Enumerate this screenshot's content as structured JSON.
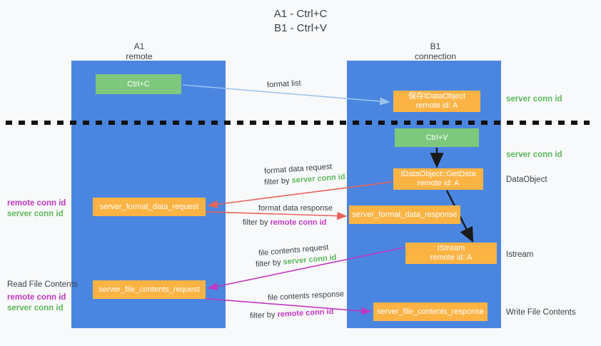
{
  "title": {
    "line1": "A1 - Ctrl+C",
    "line2": "B1 - Ctrl+V"
  },
  "columns": {
    "left": {
      "name": "A1",
      "role": "remote"
    },
    "right": {
      "name": "B1",
      "role": "connection"
    }
  },
  "nodes": {
    "ctrl_c": {
      "label": "Ctrl+C",
      "sub": "",
      "color": "#7ec87e"
    },
    "save_idataobject": {
      "label": "保存IDataObject",
      "sub": "remote id: A",
      "color": "#fbb344"
    },
    "ctrl_v": {
      "label": "Ctrl+V",
      "sub": "",
      "color": "#7ec87e"
    },
    "getdata": {
      "label": "IDataObject::GetData",
      "sub": "remote id: A",
      "color": "#fbb344"
    },
    "format_data_request": {
      "label": "server_format_data_request",
      "sub": "",
      "color": "#fbb344"
    },
    "format_data_response": {
      "label": "server_format_data_response",
      "sub": "",
      "color": "#fbb344"
    },
    "istream": {
      "label": "IStream",
      "sub": "remote id: A",
      "color": "#fbb344"
    },
    "file_contents_request": {
      "label": "server_file_contents_request",
      "sub": "",
      "color": "#fbb344"
    },
    "file_contents_response": {
      "label": "server_file_contents_response",
      "sub": "",
      "color": "#fbb344"
    }
  },
  "edges": {
    "format_list": {
      "caption": "format list",
      "color": "#9cc4ea"
    },
    "format_data_request": {
      "caption": "format data request",
      "filter_prefix": "filter by ",
      "filter_id": "server conn id",
      "color": "#e8645a"
    },
    "format_data_response": {
      "caption": "format data response",
      "filter_prefix": "filter by ",
      "filter_id": "remote conn id",
      "color": "#e8645a"
    },
    "file_contents_request": {
      "caption": "file contents request",
      "filter_prefix": "filter by ",
      "filter_id": "server conn id",
      "color": "#c038c0"
    },
    "file_contents_response": {
      "caption": "file contents response",
      "filter_prefix": "filter by ",
      "filter_id": "remote conn id",
      "color": "#c038c0"
    }
  },
  "side_labels": {
    "right": {
      "server_conn_id_top": "server conn id",
      "server_conn_id_mid": "server conn id",
      "dataobject": "DataObject",
      "istream": "Istream",
      "write_file_contents": "Write File Contents"
    },
    "left": {
      "read_file_contents": "Read File Contents",
      "remote_conn_id_1": "remote conn id",
      "server_conn_id_1": "server conn id",
      "remote_conn_id_2": "remote conn id",
      "server_conn_id_2": "server conn id"
    }
  },
  "colors": {
    "panel": "#4a86e0",
    "green_node": "#7ec87e",
    "orange_node": "#fbb344",
    "remote_conn_id": "#c038c0",
    "server_conn_id": "#5cb85c",
    "red_arrow": "#e8645a",
    "magenta_arrow": "#c038c0",
    "light_blue_arrow": "#9cc4ea",
    "background": "#f8f9fa"
  },
  "divider": {
    "style": "dashed",
    "color": "#000000"
  }
}
